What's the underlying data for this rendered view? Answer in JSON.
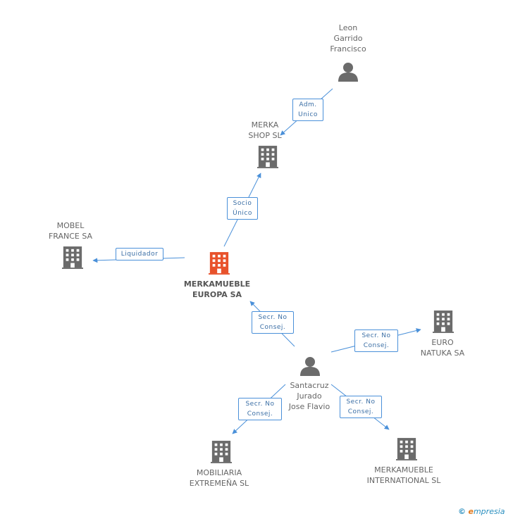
{
  "nodes": {
    "leon": "Leon\nGarrido\nFrancisco",
    "merka_shop": "MERKA\nSHOP SL",
    "mobel": "MOBEL\nFRANCE SA",
    "merkamueble_europa": "MERKAMUEBLE\nEUROPA SA",
    "euro_natuka": "EURO\nNATUKA SA",
    "santacruz": "Santacruz\nJurado\nJose Flavio",
    "mobiliaria": "MOBILIARIA\nEXTREMEÑA SL",
    "merkamueble_intl": "MERKAMUEBLE\nINTERNATIONAL SL"
  },
  "edges": {
    "adm_unico": "Adm.\nUnico",
    "socio_unico": "Socio\nÚnico",
    "liquidador": "Liquidador",
    "secr1": "Secr. No\nConsej.",
    "secr2": "Secr. No\nConsej.",
    "secr3": "Secr. No\nConsej.",
    "secr4": "Secr. No\nConsej."
  },
  "footer": {
    "copyright": "©",
    "brand_e": "e",
    "brand_rest": "mpresia"
  },
  "colors": {
    "edge": "#4a90d9",
    "building": "#6b6b6b",
    "focus_building": "#e8522b",
    "person": "#6b6b6b"
  }
}
